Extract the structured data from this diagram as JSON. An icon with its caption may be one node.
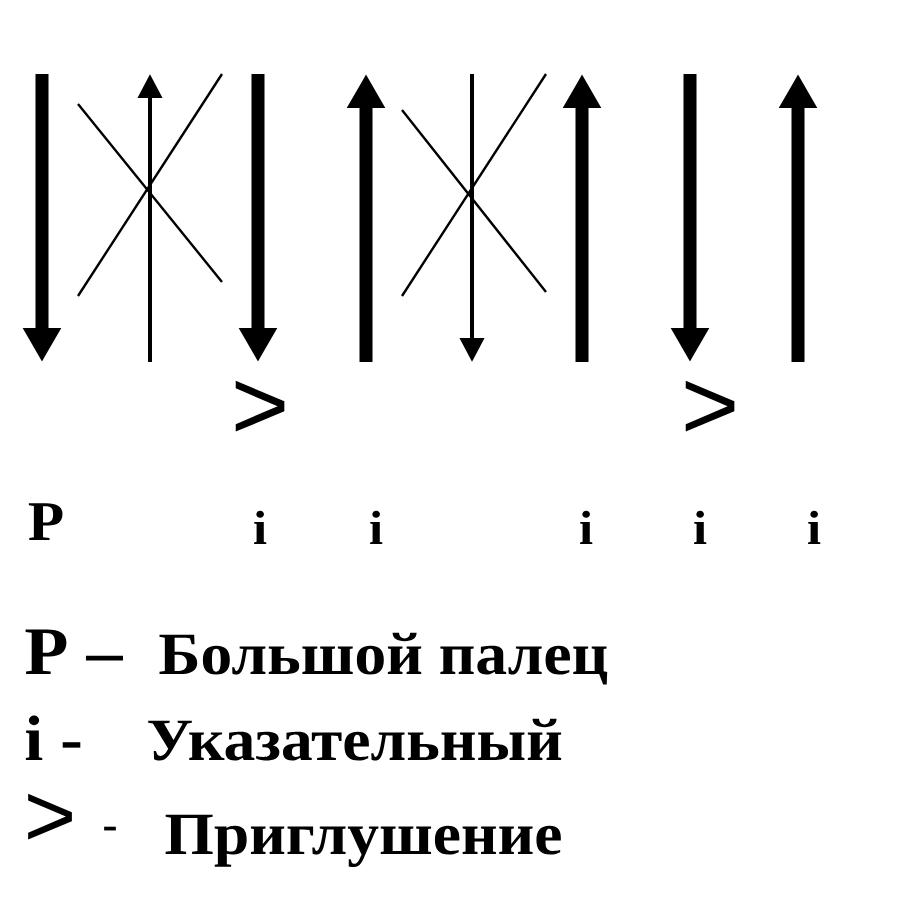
{
  "diagram": {
    "labels": [
      ">",
      ">",
      "P",
      "i",
      "i",
      "i",
      "i",
      "i",
      "P –",
      "Большой палец",
      "i -",
      "Указательный",
      ">",
      "-",
      "Приглушение"
    ]
  }
}
